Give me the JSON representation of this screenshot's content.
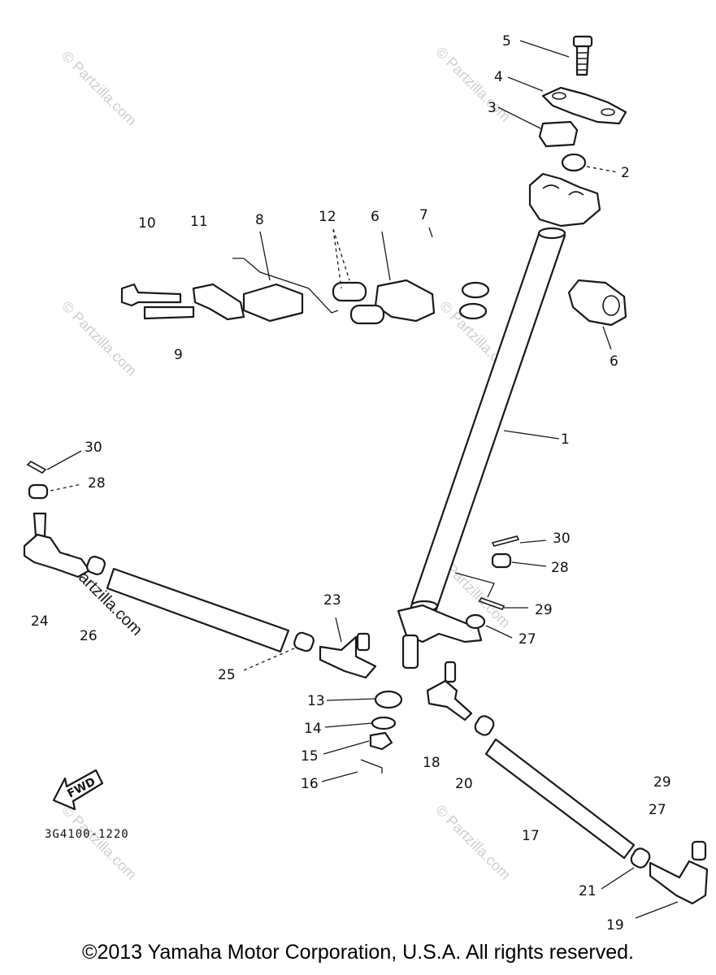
{
  "watermark": "© Partzilla.com",
  "diagram_code": "3G4100-1220",
  "fwd_label": "FWD",
  "copyright": "©2013 Yamaha Motor Corporation, U.S.A. All rights reserved.",
  "callouts": {
    "c1": "1",
    "c2": "2",
    "c3": "3",
    "c4": "4",
    "c5": "5",
    "c6a": "6",
    "c6b": "6",
    "c7": "7",
    "c8": "8",
    "c9": "9",
    "c10": "10",
    "c11": "11",
    "c12": "12",
    "c13": "13",
    "c14": "14",
    "c15": "15",
    "c16": "16",
    "c17": "17",
    "c18": "18",
    "c19": "19",
    "c20": "20",
    "c21": "21",
    "c23": "23",
    "c24": "24",
    "c25": "25",
    "c26": "26",
    "c27a": "27",
    "c27b": "27",
    "c28a": "28",
    "c28b": "28",
    "c29a": "29",
    "c29b": "29",
    "c30a": "30",
    "c30b": "30"
  }
}
